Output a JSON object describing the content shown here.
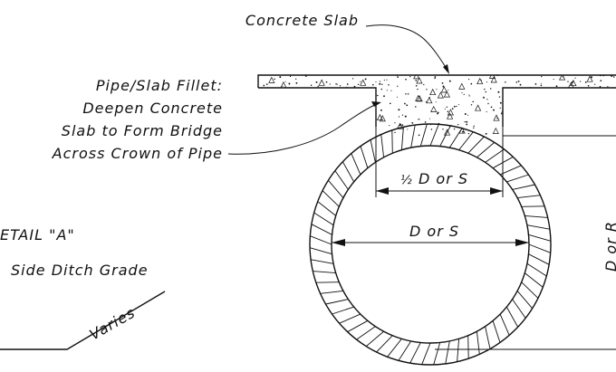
{
  "labels": {
    "concrete_slab": "Concrete Slab",
    "fillet": [
      "Pipe/Slab Fillet:",
      "Deepen Concrete",
      "Slab to Form Bridge",
      "Across Crown of Pipe"
    ],
    "detail": "ETAIL \"A\"",
    "side_ditch": "Side Ditch Grade",
    "varies": "Varies",
    "half_fraction": "½",
    "half_dim": "D or S",
    "full_dim": "D or S",
    "vertical_dim": "D or R"
  },
  "colors": {
    "line": "#111111",
    "background": "#ffffff"
  }
}
